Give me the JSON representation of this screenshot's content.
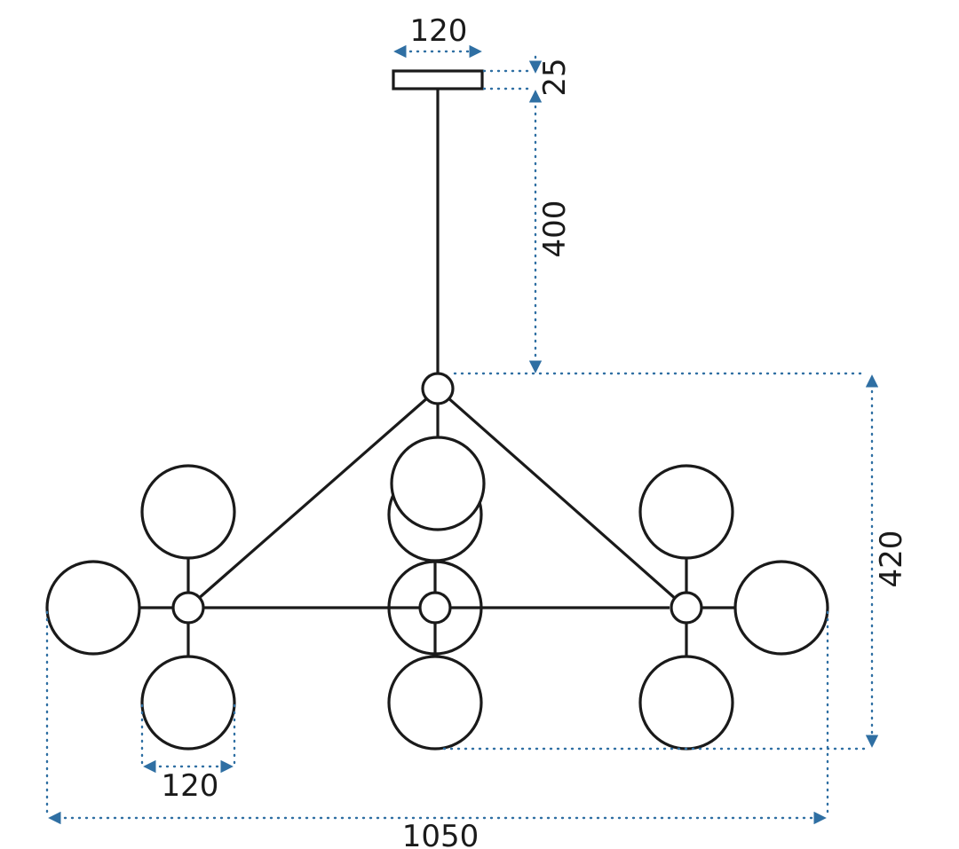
{
  "dimensions": {
    "canopy_width": "120",
    "canopy_height": "25",
    "rod_length": "400",
    "fixture_height": "420",
    "globe_diameter": "120",
    "total_width": "1050"
  },
  "colors": {
    "line": "#1a1a1a",
    "dimension": "#2f6fa3",
    "background": "#ffffff"
  }
}
